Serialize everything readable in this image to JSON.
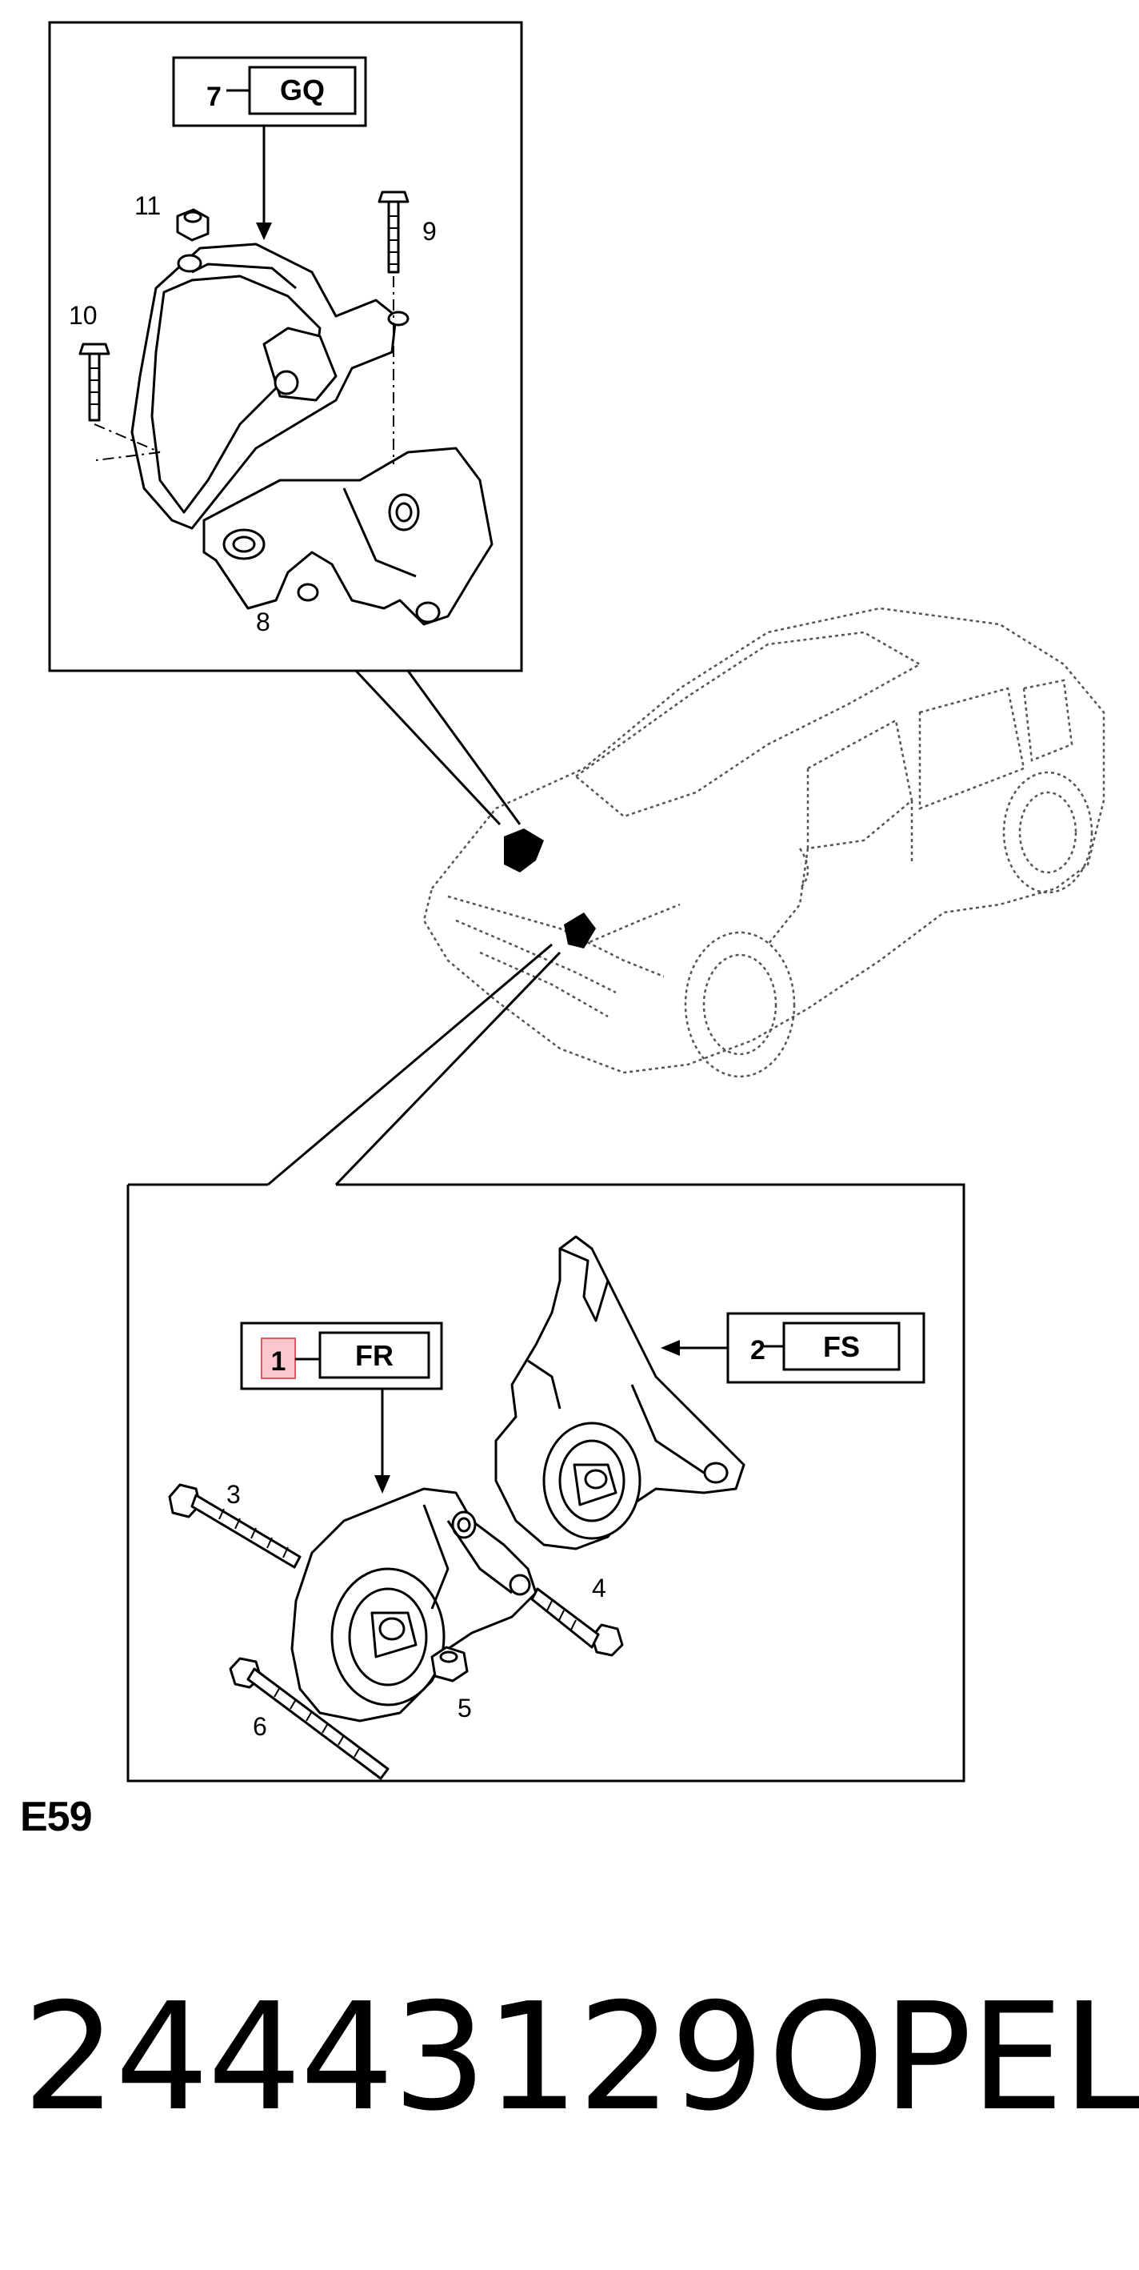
{
  "figure_code": "E59",
  "part_number": "24443129",
  "brand": "OPEL",
  "top_detail": {
    "callouts": [
      {
        "num": "7",
        "code": "GQ"
      },
      {
        "num": "8"
      },
      {
        "num": "9"
      },
      {
        "num": "10"
      },
      {
        "num": "11"
      }
    ]
  },
  "bottom_detail": {
    "callouts": [
      {
        "num": "1",
        "code": "FR",
        "highlighted": true
      },
      {
        "num": "2",
        "code": "FS"
      },
      {
        "num": "3"
      },
      {
        "num": "4"
      },
      {
        "num": "5"
      },
      {
        "num": "6"
      }
    ]
  },
  "colors": {
    "line": "#000000",
    "car_outline": "#555555",
    "highlight_fill": "#f8c8cc",
    "highlight_stroke": "#e05a66"
  }
}
